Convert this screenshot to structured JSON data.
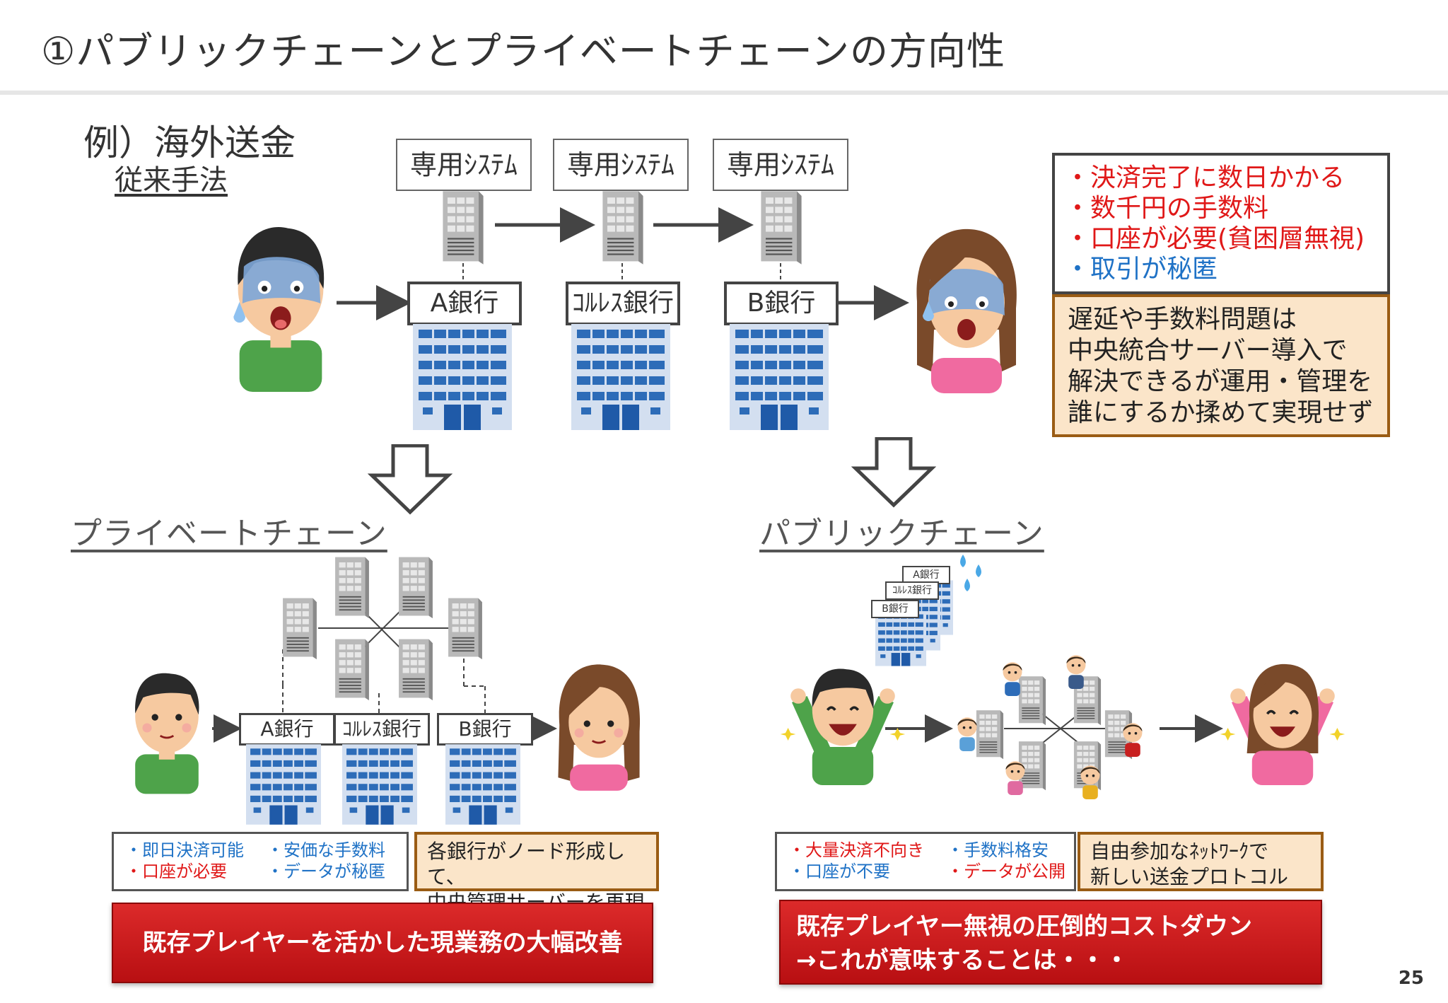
{
  "slide": {
    "title": "①パブリックチェーンとプライベートチェーンの方向性",
    "page_number": "25"
  },
  "top": {
    "example": "例）海外送金",
    "method": "従来手法",
    "system_label": "専用ｼｽﾃﾑ",
    "banks": [
      "A銀行",
      "ｺﾙﾚｽ銀行",
      "B銀行"
    ],
    "problems": [
      {
        "text": "・決済完了に数日かかる",
        "color": "#e01818"
      },
      {
        "text": "・数千円の手数料",
        "color": "#e01818"
      },
      {
        "text": "・口座が必要(貧困層無視)",
        "color": "#e01818"
      },
      {
        "text": "・取引が秘匿",
        "color": "#1f72c6"
      }
    ],
    "note_lines": [
      "遅延や手数料問題は",
      "中央統合サーバー導入で",
      "解決できるが運用・管理を",
      "誰にするか揉めて実現せず"
    ]
  },
  "private": {
    "heading": "プライベートチェーン",
    "banks": [
      "A銀行",
      "ｺﾙﾚｽ銀行",
      "B銀行"
    ],
    "features": [
      {
        "text": "・即日決済可能",
        "color": "#1f72c6"
      },
      {
        "text": "・口座が必要",
        "color": "#e01818"
      },
      {
        "text": "・安価な手数料",
        "color": "#1f72c6"
      },
      {
        "text": "・データが秘匿",
        "color": "#1f72c6"
      }
    ],
    "note_lines": [
      "各銀行がノード形成して、",
      "中央管理サーバーを再現"
    ],
    "banner": "既存プレイヤーを活かした現業務の大幅改善"
  },
  "public": {
    "heading": "パブリックチェーン",
    "banks": [
      "A銀行",
      "ｺﾙﾚｽ銀行",
      "B銀行"
    ],
    "features": [
      {
        "text": "・大量決済不向き",
        "color": "#e01818"
      },
      {
        "text": "・口座が不要",
        "color": "#1f72c6"
      },
      {
        "text": "・手数料格安",
        "color": "#1f72c6"
      },
      {
        "text": "・データが公開",
        "color": "#e01818"
      }
    ],
    "note_lines": [
      "自由参加なﾈｯﾄﾜｰｸで",
      "新しい送金プロトコル"
    ],
    "banner_lines": [
      "既存プレイヤー無視の圧倒的コストダウン",
      "→これが意味することは・・・"
    ]
  }
}
